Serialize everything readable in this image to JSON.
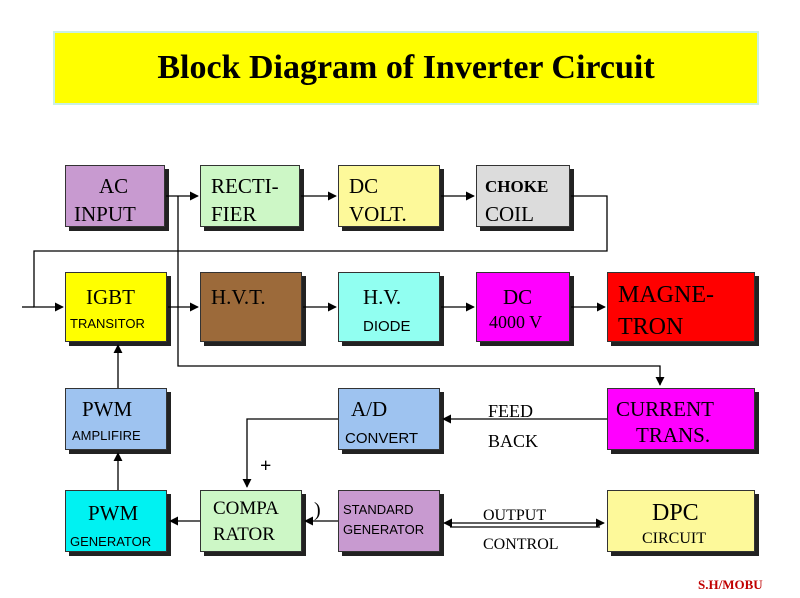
{
  "title": "Block Diagram of Inverter Circuit",
  "watermark": "S.H/MOBU",
  "blocks": {
    "ac_input": {
      "line1": "AC",
      "line2": "INPUT",
      "color": "#c89ad0"
    },
    "rectifier": {
      "line1": "RECTI-",
      "line2": "FIER",
      "color": "#cdf7c6"
    },
    "dc_volt": {
      "line1": "DC",
      "line2": "VOLT.",
      "color": "#fdf99a"
    },
    "choke_coil": {
      "line1": "CHOKE",
      "line2": "COIL",
      "color": "#dcdcdc"
    },
    "igbt": {
      "line1": "IGBT",
      "line2": "TRANSITOR",
      "color": "#ffff00"
    },
    "hvt": {
      "line1": "H.V.T.",
      "color": "#9c6a3a"
    },
    "hv_diode": {
      "line1": "H.V.",
      "line2": "DIODE",
      "color": "#91fff1"
    },
    "dc_4000v": {
      "line1": "DC",
      "line2": "4000 V",
      "color": "#ff00ff"
    },
    "magnetron": {
      "line1": "MAGNE-",
      "line2": "TRON",
      "color": "#ff0000"
    },
    "pwm_amp": {
      "line1": "PWM",
      "line2": "AMPLIFIRE",
      "color": "#9ec3f0"
    },
    "ad_convert": {
      "line1": "A/D",
      "line2": "CONVERT",
      "color": "#9ec3f0"
    },
    "current_trans": {
      "line1": "CURRENT",
      "line2": "TRANS.",
      "color": "#ff00ff"
    },
    "pwm_gen": {
      "line1": "PWM",
      "line2": "GENERATOR",
      "color": "#00f2f2"
    },
    "comparator": {
      "line1": "COMPA",
      "line2": "RATOR",
      "color": "#cdf7c6"
    },
    "standard_gen": {
      "line1": "STANDARD",
      "line2": "GENERATOR",
      "color": "#c89ad0"
    },
    "dpc_circuit": {
      "line1": "DPC",
      "line2": "CIRCUIT",
      "color": "#fdf99a"
    }
  },
  "labels": {
    "feed": "FEED",
    "back": "BACK",
    "output": "OUTPUT",
    "control": "CONTROL",
    "plus": "+",
    "minus": ")"
  }
}
